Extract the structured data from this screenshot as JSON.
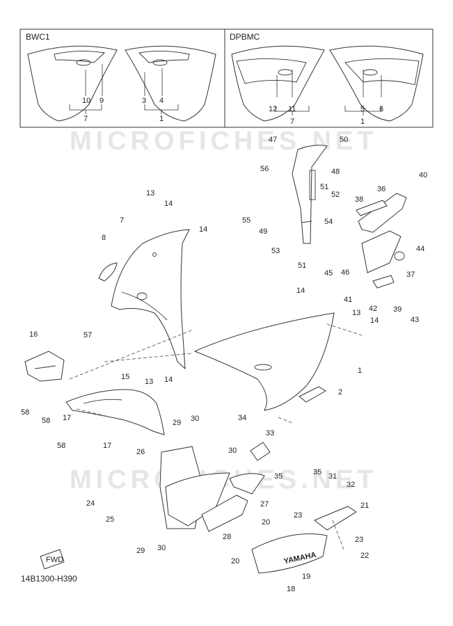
{
  "variants": [
    {
      "title": "BWC1",
      "callouts": [
        "10",
        "9",
        "7",
        "3",
        "4",
        "1"
      ]
    },
    {
      "title": "DPBMC",
      "callouts": [
        "12",
        "11",
        "7",
        "5",
        "6",
        "1"
      ]
    }
  ],
  "watermarks": [
    "MICROFICHES.NET",
    "MICROFICHES.NET"
  ],
  "callouts": [
    "13",
    "14",
    "7",
    "8",
    "14",
    "16",
    "57",
    "15",
    "13",
    "14",
    "1",
    "2",
    "14",
    "13",
    "14",
    "58",
    "58",
    "17",
    "17",
    "58",
    "47",
    "50",
    "56",
    "48",
    "51",
    "52",
    "55",
    "49",
    "54",
    "53",
    "51",
    "40",
    "36",
    "38",
    "44",
    "45",
    "46",
    "37",
    "41",
    "42",
    "39",
    "43",
    "34",
    "33",
    "30",
    "35",
    "29",
    "30",
    "26",
    "24",
    "25",
    "29",
    "30",
    "28",
    "27",
    "35",
    "31",
    "32",
    "21",
    "23",
    "20",
    "20",
    "23",
    "22",
    "19",
    "18"
  ],
  "logo_text": "YAMAHA",
  "fwd_badge": "FWD",
  "diagram_code": "14B1300-H390"
}
